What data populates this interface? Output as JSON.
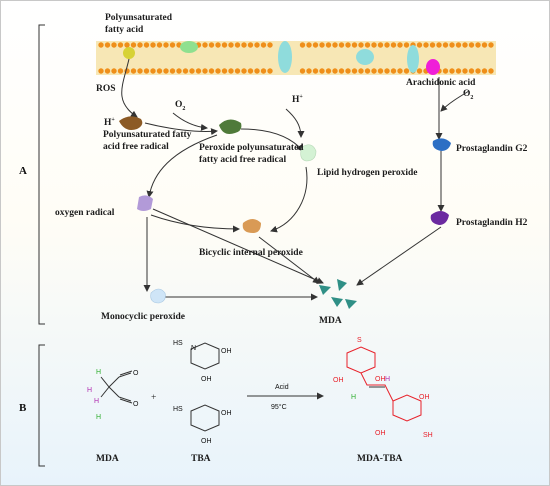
{
  "sections": {
    "a": "A",
    "b": "B"
  },
  "labels": {
    "pufa": [
      "Polyunsaturated",
      "fatty acid"
    ],
    "ros": "ROS",
    "h_plus_1": "H",
    "h_plus_2": "H",
    "o2_1": "O",
    "o2_2": "O",
    "pufa_radical": [
      "Polyunsaturated fatty",
      "acid free radical"
    ],
    "peroxide_radical": [
      "Peroxide polyunsaturated",
      "fatty acid free radical"
    ],
    "lipid_peroxide": "Lipid hydrogen peroxide",
    "oxygen_radical": "oxygen radical",
    "bicyclic": "Bicyclic internal peroxide",
    "monocyclic": "Monocyclic peroxide",
    "mda": "MDA",
    "arachidonic": "Arachidonic acid",
    "pg_g2": "Prostaglandin G2",
    "pg_h2": "Prostaglandin H2",
    "plus_sup": "+",
    "two_sub": "2"
  },
  "reaction": {
    "plus": "+",
    "acid": "Acid",
    "temp": "95°C",
    "mda": "MDA",
    "tba": "TBA",
    "product": "MDA-TBA",
    "atoms": {
      "H": "H",
      "O": "O",
      "N": "N",
      "HS": "HS",
      "OH": "OH",
      "S": "S",
      "SH": "SH"
    }
  },
  "colors": {
    "membrane": "#f7e7b5",
    "lipid_head": "#ef8f1a",
    "channel": "#8fdcdc",
    "pufa_dot": "#d7d235",
    "arachidonic_dot": "#ef1fd8",
    "product": "#e8212a",
    "mda_triangle": "#2f8f86"
  }
}
